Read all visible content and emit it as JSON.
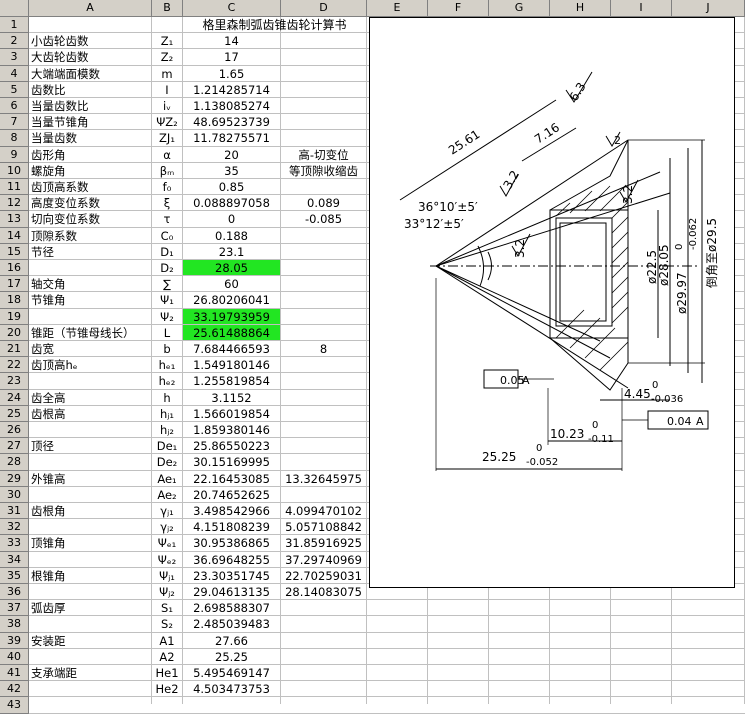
{
  "columns": [
    "A",
    "B",
    "C",
    "D",
    "E",
    "F",
    "G",
    "H",
    "I",
    "J"
  ],
  "title": "格里森制弧齿锥齿轮计算书",
  "rows": [
    {
      "n": "1",
      "a": "",
      "b": "",
      "c": "",
      "d": ""
    },
    {
      "n": "2",
      "a": "小齿轮齿数",
      "b": "Z₁",
      "c": "14",
      "d": ""
    },
    {
      "n": "3",
      "a": "大齿轮齿数",
      "b": "Z₂",
      "c": "17",
      "d": ""
    },
    {
      "n": "4",
      "a": "大端端面模数",
      "b": "m",
      "c": "1.65",
      "d": ""
    },
    {
      "n": "5",
      "a": "齿数比",
      "b": "I",
      "c": "1.214285714",
      "d": ""
    },
    {
      "n": "6",
      "a": "当量齿数比",
      "b": "iᵥ",
      "c": "1.138085274",
      "d": ""
    },
    {
      "n": "7",
      "a": "当量节锥角",
      "b": "ΨZ₂",
      "c": "48.69523739",
      "d": ""
    },
    {
      "n": "8",
      "a": "当量齿数",
      "b": "ZJ₁",
      "c": "11.78275571",
      "d": ""
    },
    {
      "n": "9",
      "a": "齿形角",
      "b": "α",
      "c": "20",
      "d": "高-切变位"
    },
    {
      "n": "10",
      "a": "螺旋角",
      "b": "βₘ",
      "c": "35",
      "d": "等顶隙收缩齿"
    },
    {
      "n": "11",
      "a": "齿顶高系数",
      "b": "f₀",
      "c": "0.85",
      "d": ""
    },
    {
      "n": "12",
      "a": "高度变位系数",
      "b": "ξ",
      "c": "0.088897058",
      "d": "0.089"
    },
    {
      "n": "13",
      "a": "切向变位系数",
      "b": "τ",
      "c": "0",
      "d": "-0.085"
    },
    {
      "n": "14",
      "a": "顶隙系数",
      "b": "C₀",
      "c": "0.188",
      "d": ""
    },
    {
      "n": "15",
      "a": "节径",
      "b": "D₁",
      "c": "23.1",
      "d": ""
    },
    {
      "n": "16",
      "a": "",
      "b": "D₂",
      "c": "28.05",
      "d": "",
      "green": true
    },
    {
      "n": "17",
      "a": "轴交角",
      "b": "∑",
      "c": "60",
      "d": ""
    },
    {
      "n": "18",
      "a": "节锥角",
      "b": "Ψ₁",
      "c": "26.80206041",
      "d": ""
    },
    {
      "n": "19",
      "a": "",
      "b": "Ψ₂",
      "c": "33.19793959",
      "d": "",
      "green": true
    },
    {
      "n": "20",
      "a": "锥距（节锥母线长）",
      "b": "L",
      "c": "25.61488864",
      "d": "",
      "green": true
    },
    {
      "n": "21",
      "a": "齿宽",
      "b": "b",
      "c": "7.684466593",
      "d": "8"
    },
    {
      "n": "22",
      "a": "齿顶高hₑ",
      "b": "hₑ₁",
      "c": "1.549180146",
      "d": ""
    },
    {
      "n": "23",
      "a": "",
      "b": "hₑ₂",
      "c": "1.255819854",
      "d": ""
    },
    {
      "n": "24",
      "a": "齿全高",
      "b": "h",
      "c": "3.1152",
      "d": ""
    },
    {
      "n": "25",
      "a": "齿根高",
      "b": "hⱼ₁",
      "c": "1.566019854",
      "d": ""
    },
    {
      "n": "26",
      "a": "",
      "b": "hⱼ₂",
      "c": "1.859380146",
      "d": ""
    },
    {
      "n": "27",
      "a": "顶径",
      "b": "De₁",
      "c": "25.86550223",
      "d": ""
    },
    {
      "n": "28",
      "a": "",
      "b": "De₂",
      "c": "30.15169995",
      "d": ""
    },
    {
      "n": "29",
      "a": "外锥高",
      "b": "Ae₁",
      "c": "22.16453085",
      "d": "13.32645975"
    },
    {
      "n": "30",
      "a": "",
      "b": "Ae₂",
      "c": "20.74652625",
      "d": ""
    },
    {
      "n": "31",
      "a": "齿根角",
      "b": "γⱼ₁",
      "c": "3.498542966",
      "d": "4.099470102"
    },
    {
      "n": "32",
      "a": "",
      "b": "γⱼ₂",
      "c": "4.151808239",
      "d": "5.057108842"
    },
    {
      "n": "33",
      "a": "顶锥角",
      "b": "Ψₑ₁",
      "c": "30.95386865",
      "d": "31.85916925"
    },
    {
      "n": "34",
      "a": "",
      "b": "Ψₑ₂",
      "c": "36.69648255",
      "d": "37.29740969"
    },
    {
      "n": "35",
      "a": "根锥角",
      "b": "Ψⱼ₁",
      "c": "23.30351745",
      "d": "22.70259031"
    },
    {
      "n": "36",
      "a": "",
      "b": "Ψⱼ₂",
      "c": "29.04613135",
      "d": "28.14083075"
    },
    {
      "n": "37",
      "a": "弧齿厚",
      "b": "S₁",
      "c": "2.698588307",
      "d": ""
    },
    {
      "n": "38",
      "a": "",
      "b": "S₂",
      "c": "2.485039483",
      "d": ""
    },
    {
      "n": "39",
      "a": "安装距",
      "b": "A1",
      "c": "27.66",
      "d": ""
    },
    {
      "n": "40",
      "a": "",
      "b": "A2",
      "c": "25.25",
      "d": ""
    },
    {
      "n": "41",
      "a": "支承端距",
      "b": "He1",
      "c": "5.495469147",
      "d": ""
    },
    {
      "n": "42",
      "a": "",
      "b": "He2",
      "c": "4.503473753",
      "d": ""
    },
    {
      "n": "43",
      "a": "",
      "b": "",
      "c": "",
      "d": ""
    }
  ],
  "drawing": {
    "dim_cone": "25.61",
    "dim_716": "7.16",
    "rough_63": "6.3",
    "rough_32a": "3.2",
    "rough_32b": "3.2",
    "rough_32c": "3.2",
    "angle1": "36°10′±5′",
    "angle2": "33°12′±5′",
    "dia_225": "ø22.5",
    "dia_2805": "ø28.05",
    "dia_2997": "ø29.97",
    "dia_2997_tol": "-0.062",
    "dia_2997_tol0": "0",
    "dia_295": "倒角至ø29.5",
    "runout1": "0.05",
    "runout1_ref": "A",
    "runout2": "0.04",
    "runout2_ref": "A",
    "dim_445": "4.45",
    "dim_445_tol": "-0.036",
    "dim_445_tol0": "0",
    "dim_1023": "10.23",
    "dim_1023_tol": "-0.11",
    "dim_1023_tol0": "0",
    "dim_2525": "25.25",
    "dim_2525_tol": "-0.052",
    "dim_2525_tol0": "0",
    "dim_2": "2"
  }
}
